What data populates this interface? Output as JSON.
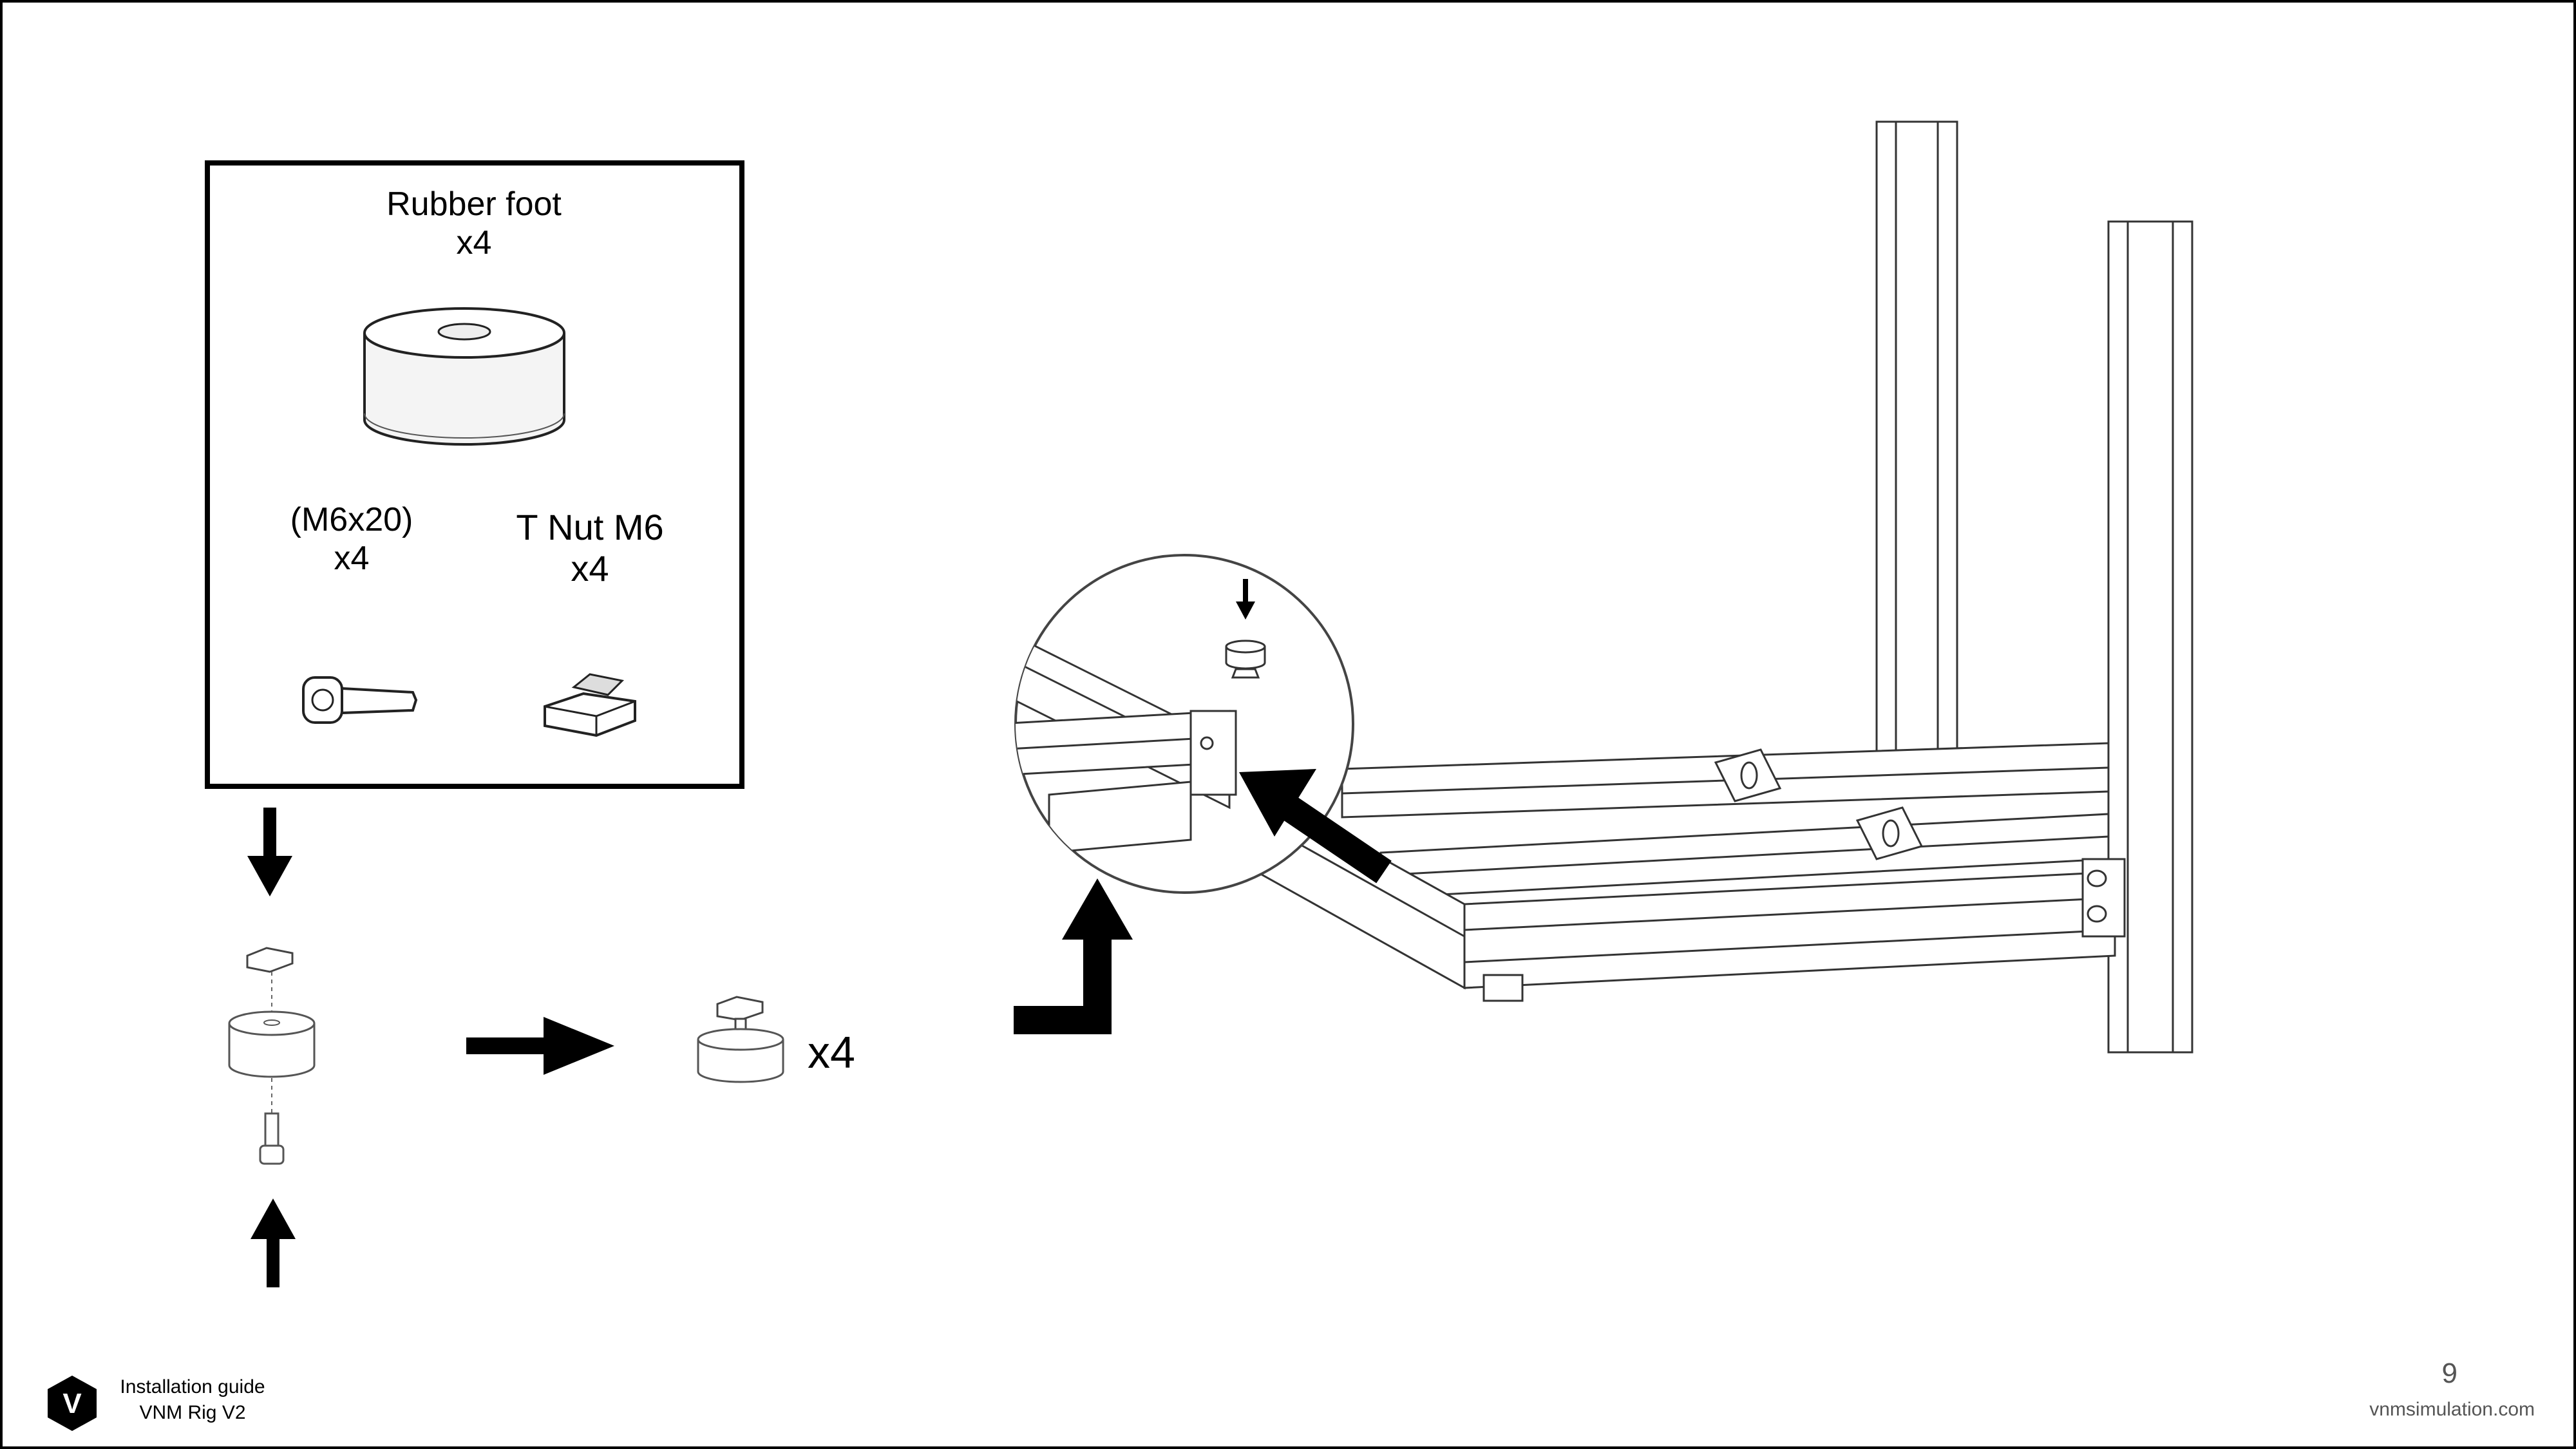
{
  "parts": {
    "rubber_foot": {
      "name": "Rubber foot",
      "qty": "x4"
    },
    "bolt": {
      "name": "(M6x20)",
      "qty": "x4"
    },
    "tnut": {
      "name": "T Nut M6",
      "qty": "x4"
    }
  },
  "assembly": {
    "result_qty": "x4"
  },
  "footer": {
    "logo_letter": "V",
    "guide_title": "Installation guide",
    "product": "VNM Rig V2",
    "page_number": "9",
    "website": "vnmsimulation.com"
  },
  "colors": {
    "line": "#000000",
    "grey": "#888888",
    "light": "#e8e8e8",
    "text_muted": "#555555"
  },
  "icons": [
    "rubber-foot-icon",
    "bolt-icon",
    "tnut-icon",
    "arrow-icon",
    "vnm-logo-icon"
  ]
}
